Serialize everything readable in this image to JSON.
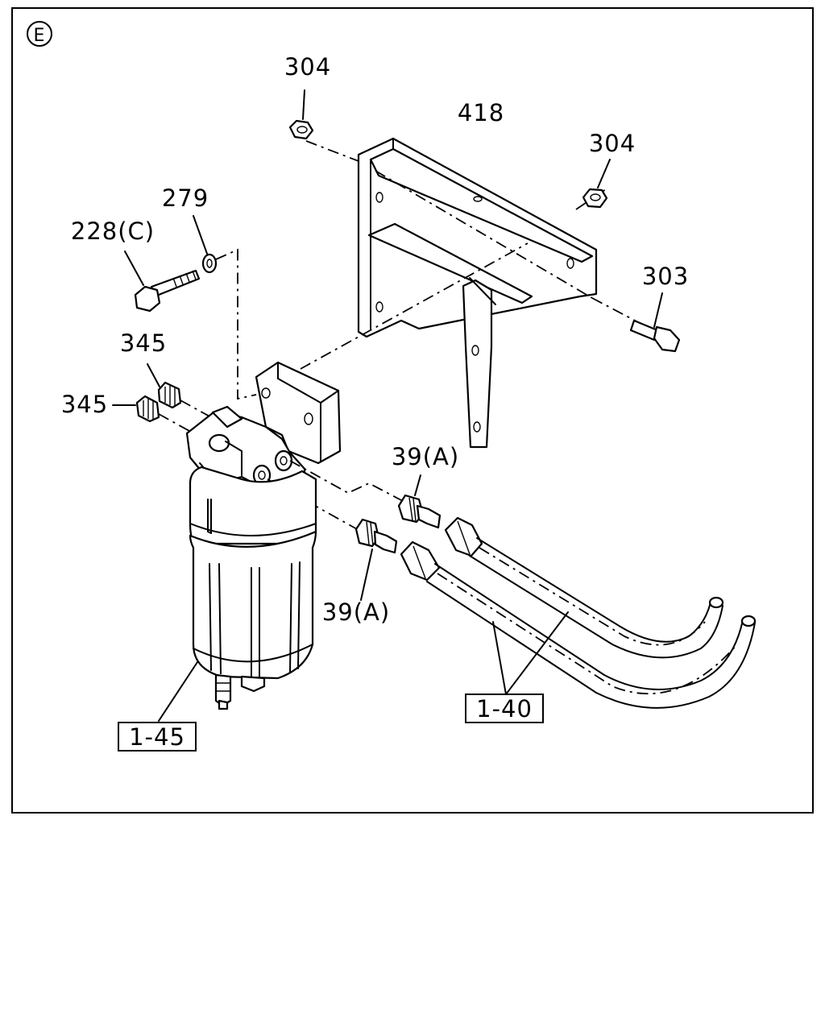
{
  "diagram": {
    "view_marker": "E",
    "labels": {
      "nut_top": "304",
      "bracket": "418",
      "nut_right": "304",
      "washer": "279",
      "bolt": "228(C)",
      "bolt_right": "303",
      "plug_upper": "345",
      "plug_lower": "345",
      "fitting_upper": "39(A)",
      "fitting_lower": "39(A)"
    },
    "boxed_labels": {
      "filter": "1-45",
      "hoses": "1-40"
    }
  }
}
